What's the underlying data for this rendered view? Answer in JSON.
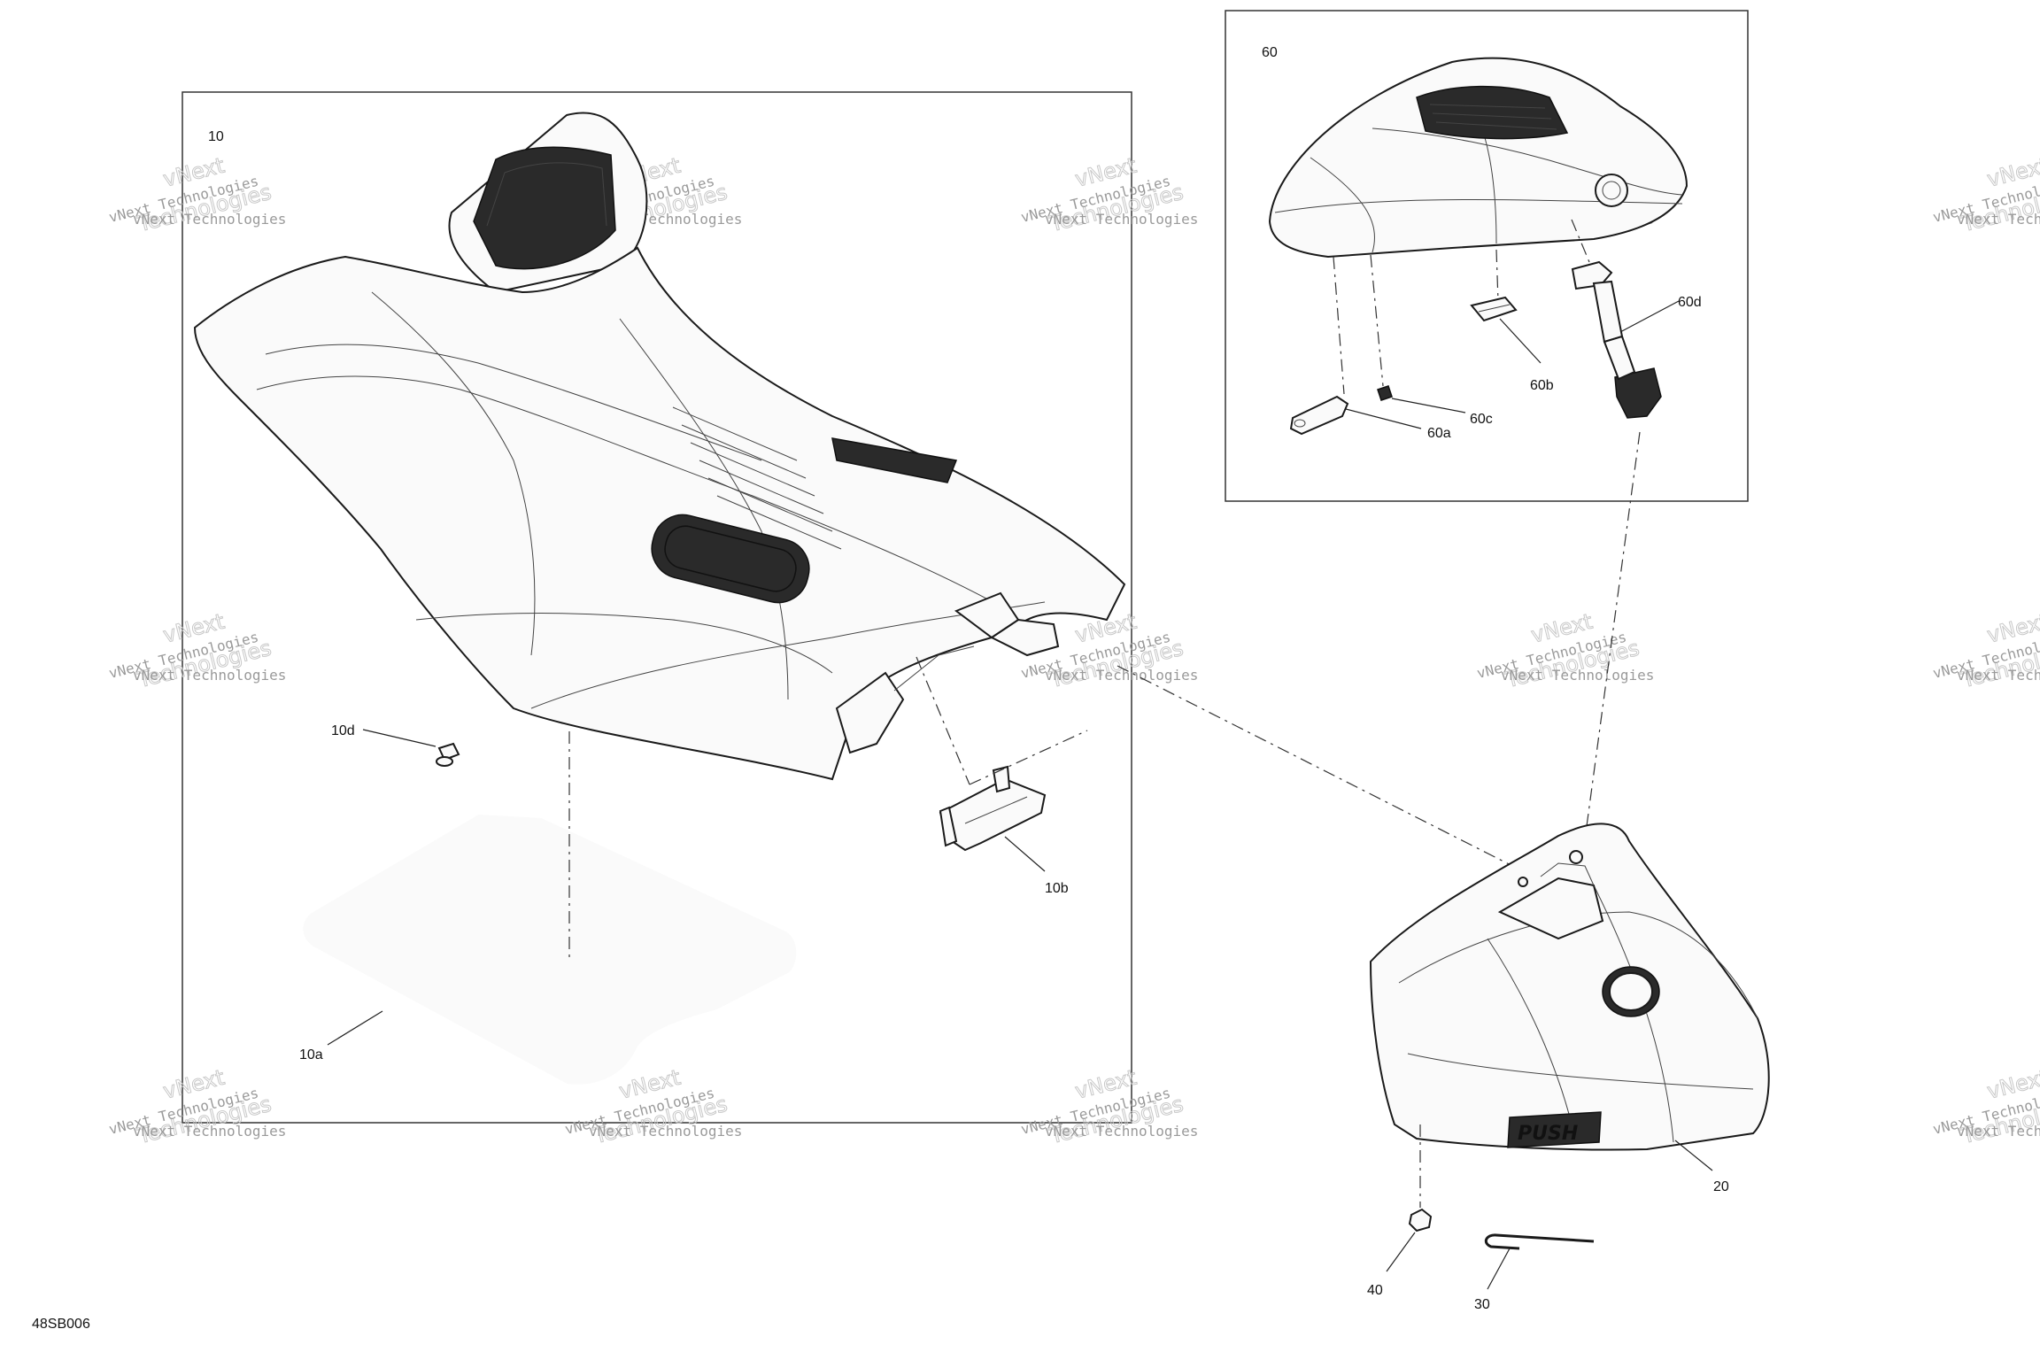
{
  "diagram_code": "48SB006",
  "watermark": {
    "line1": "vNext Technologies",
    "line2": "Technologies",
    "line3": "vNext"
  },
  "callouts": {
    "main_seat": "10",
    "gasket": "10a",
    "latch": "10b",
    "clip": "10d",
    "rear_cover": "20",
    "pin": "30",
    "nut": "40",
    "passenger_seat": "60",
    "bracket_a": "60a",
    "bracket_b": "60b",
    "clip_c": "60c",
    "latch_d": "60d"
  },
  "decals": {
    "push_logo": "PUSH"
  },
  "colors": {
    "ink": "#1a1a1a",
    "paper": "#ffffff",
    "watermark": "#9a9a9a"
  }
}
